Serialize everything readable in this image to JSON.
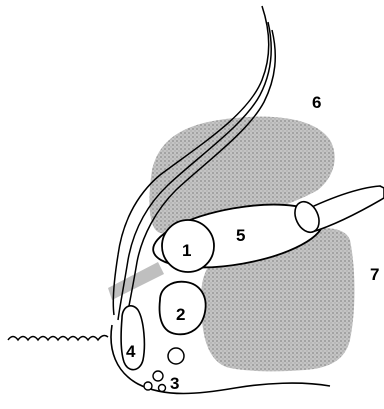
{
  "colors": {
    "background": "#ffffff",
    "outline": "#000000",
    "shaded_region": "#bdbdbd",
    "shaded_texture": "#9a9a9a"
  },
  "labels": {
    "one": "1",
    "two": "2",
    "three": "3",
    "four": "4",
    "five": "5",
    "six": "6",
    "seven": "7"
  }
}
